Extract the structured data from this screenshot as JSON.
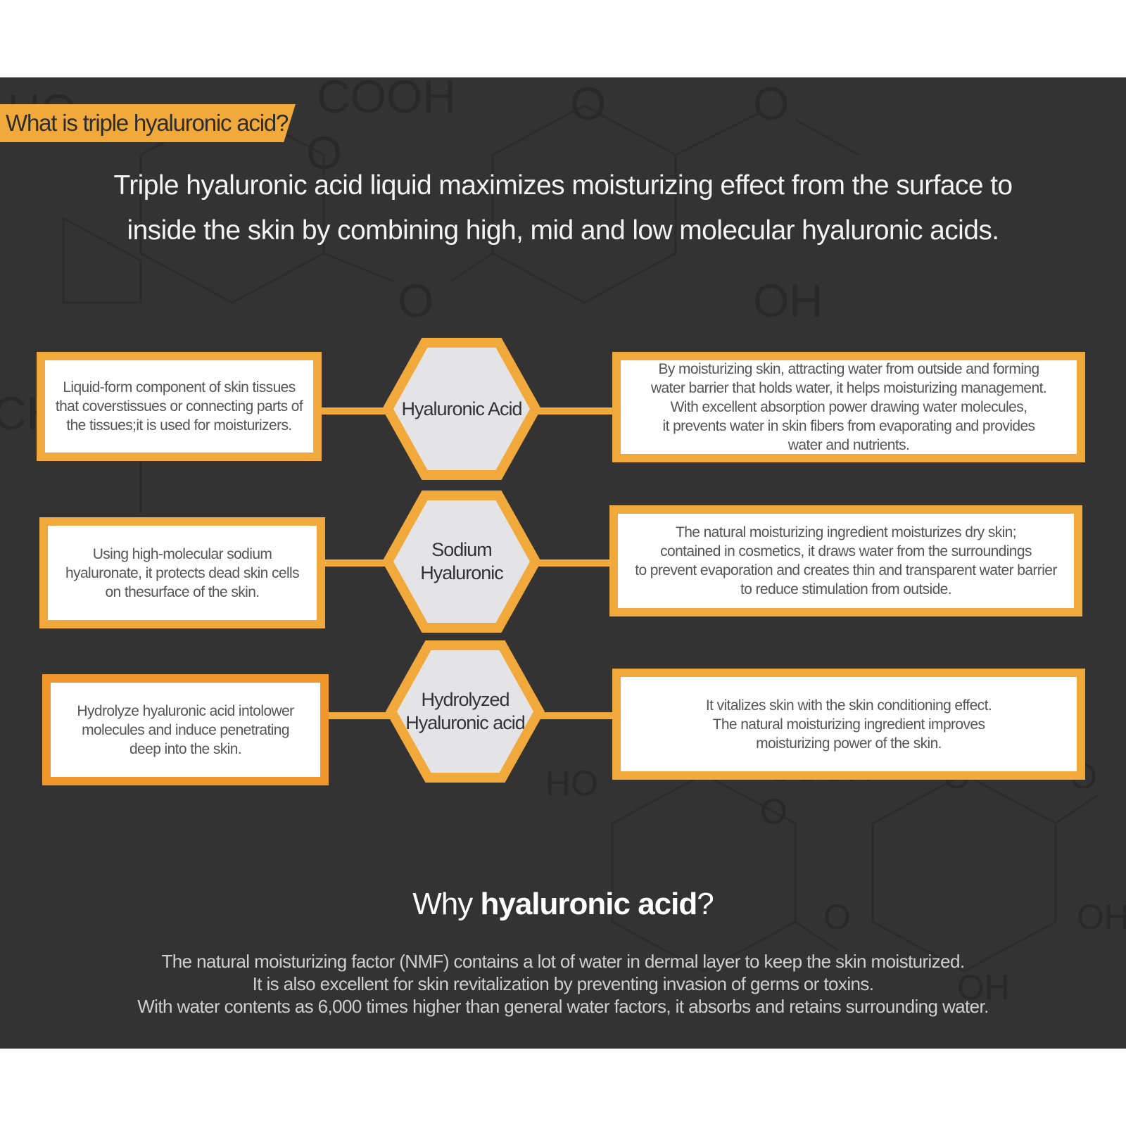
{
  "header_tag": "What is triple hyaluronic acid?",
  "intro": {
    "line1": "Triple hyaluronic acid liquid maximizes moisturizing effect from the surface to",
    "line2": "inside the skin by combining high, mid and low molecular hyaluronic acids."
  },
  "rows": [
    {
      "name": "Hyaluronic Acid",
      "left": "Liquid-form component of skin tissues\nthat coverstissues or connecting parts of\nthe tissues;it is used for moisturizers.",
      "right": "By moisturizing skin, attracting water from outside and forming\nwater barrier that holds water, it helps moisturizing management.\nWith excellent absorption power drawing water molecules,\nit prevents water in skin fibers from evaporating and provides\nwater and nutrients."
    },
    {
      "name": "Sodium\nHyaluronic",
      "left": "Using high-molecular sodium\nhyaluronate, it protects dead skin cells\non thesurface of the skin.",
      "right": "The natural moisturizing ingredient moisturizes dry skin;\ncontained in cosmetics, it draws water from the surroundings\nto prevent evaporation and creates thin and transparent water barrier\nto reduce stimulation from outside."
    },
    {
      "name": "Hydrolyzed\nHyaluronic acid",
      "left": "Hydrolyze hyaluronic acid intolower\nmolecules and induce penetrating\ndeep into the skin.",
      "right": "It vitalizes skin with the skin conditioning effect.\nThe natural moisturizing ingredient improves\nmoisturizing power of the skin."
    }
  ],
  "why": {
    "title_prefix": "Why ",
    "title_bold": "hyaluronic acid",
    "title_suffix": "?",
    "lines": [
      "The natural moisturizing factor (NMF) contains a lot of water in dermal layer to keep the skin moisturized.",
      "It is also excellent for skin revitalization by preventing invasion of germs or toxins.",
      "With water contents as 6,000 times higher than general water factors, it absorbs and retains surrounding water."
    ]
  },
  "background_labels": [
    "HO",
    "COOH",
    "O",
    "O",
    "O",
    "O",
    "OH",
    "CH",
    "HO",
    "COOH",
    "O",
    "O",
    "O",
    "O",
    "OH",
    "OH"
  ],
  "colors": {
    "accent": "#f2a93b",
    "panel": "#333333",
    "hex_fill": "#e4e4e6"
  }
}
